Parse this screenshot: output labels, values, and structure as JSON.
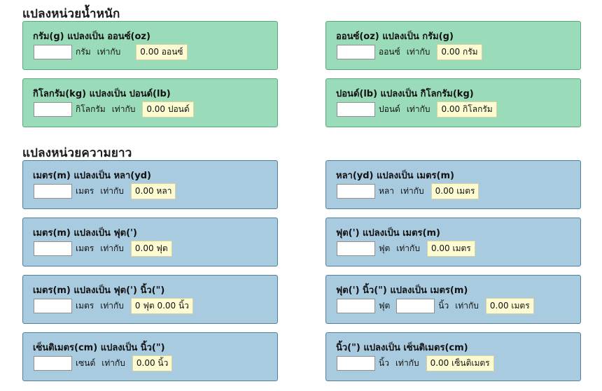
{
  "sections": [
    {
      "title": "แปลงหน่วยน้ำหนัก"
    },
    {
      "title": "แปลงหน่วยความยาว"
    }
  ],
  "equals_label": "เท่ากับ",
  "cards": [
    {
      "title": "กรัม(g) แปลงเป็น ออนซ์(oz)",
      "input_value": "",
      "unit": "กรัม",
      "result": "0.00 ออนซ์"
    },
    {
      "title": "ออนซ์(oz) แปลงเป็น กรัม(g)",
      "input_value": "",
      "unit": "ออนซ์",
      "result": "0.00 กรัม"
    },
    {
      "title": "กิโลกรัม(kg) แปลงเป็น ปอนด์(lb)",
      "input_value": "",
      "unit": "กิโลกรัม",
      "result": "0.00 ปอนด์"
    },
    {
      "title": "ปอนด์(lb) แปลงเป็น กิโลกรัม(kg)",
      "input_value": "",
      "unit": "ปอนด์",
      "result": "0.00 กิโลกรัม"
    },
    {
      "title": "เมตร(m) แปลงเป็น หลา(yd)",
      "input_value": "",
      "unit": "เมตร",
      "result": "0.00 หลา"
    },
    {
      "title": "หลา(yd) แปลงเป็น เมตร(m)",
      "input_value": "",
      "unit": "หลา",
      "result": "0.00 เมตร"
    },
    {
      "title": "เมตร(m) แปลงเป็น ฟุต(')",
      "input_value": "",
      "unit": "เมตร",
      "result": "0.00 ฟุต"
    },
    {
      "title": "ฟุต(') แปลงเป็น เมตร(m)",
      "input_value": "",
      "unit": "ฟุต",
      "result": "0.00 เมตร"
    },
    {
      "title": "เมตร(m) แปลงเป็น ฟุต(') นิ้ว(\")",
      "input_value": "",
      "unit": "เมตร",
      "result": "0 ฟุต 0.00 นิ้ว"
    },
    {
      "title": "ฟุต(') นิ้ว(\") แปลงเป็น เมตร(m)",
      "input_value": "",
      "unit": "ฟุต",
      "input2_value": "",
      "unit2": "นิ้ว",
      "result": "0.00 เมตร"
    },
    {
      "title": "เซ็นติเมตร(cm) แปลงเป็น นิ้ว(\")",
      "input_value": "",
      "unit": "เซนต์",
      "result": "0.00 นิ้ว"
    },
    {
      "title": "นิ้ว(\") แปลงเป็น เซ็นติเมตร(cm)",
      "input_value": "",
      "unit": "นิ้ว",
      "result": "0.00 เซ็นติเมตร"
    }
  ]
}
